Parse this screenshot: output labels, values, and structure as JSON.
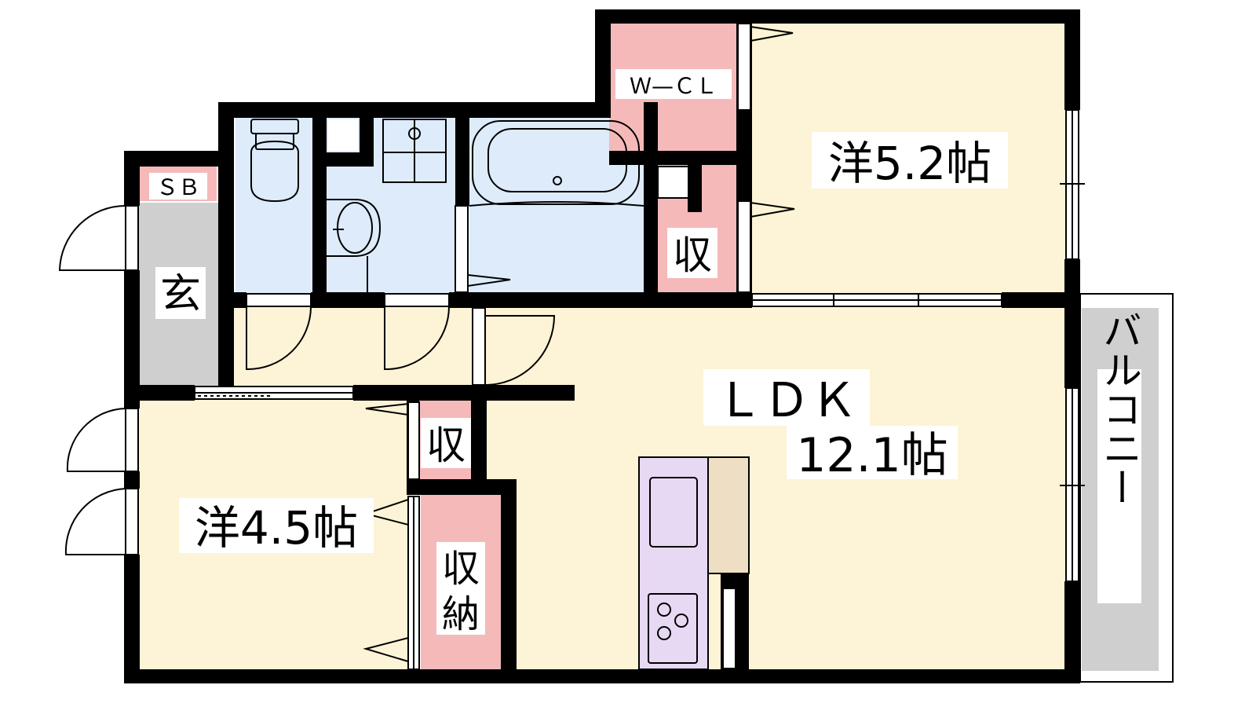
{
  "floor_plan": {
    "rooms": {
      "western_room_a": "洋5.2帖",
      "western_room_b": "洋4.5帖",
      "ldk_name": "ＬＤＫ",
      "ldk_size": "12.1帖",
      "entrance": "玄",
      "shoe_box": "ＳＢ",
      "walk_in_closet": "Ｗ—ＣＬ",
      "storage_small_top": "収",
      "storage_small_mid": "収",
      "storage_large_line1": "収",
      "storage_large_line2": "納",
      "balcony": "バルコニー"
    },
    "colors": {
      "living_space": "#FDF3D6",
      "wet_area": "#DDEBFA",
      "storage": "#F5B9BA",
      "entrance_floor": "#CFCFCF",
      "balcony": "#CFCFCF",
      "kitchen_counter": "#E7D8F3",
      "kitchen_side": "#EEDFC4",
      "wall": "#000000"
    }
  }
}
